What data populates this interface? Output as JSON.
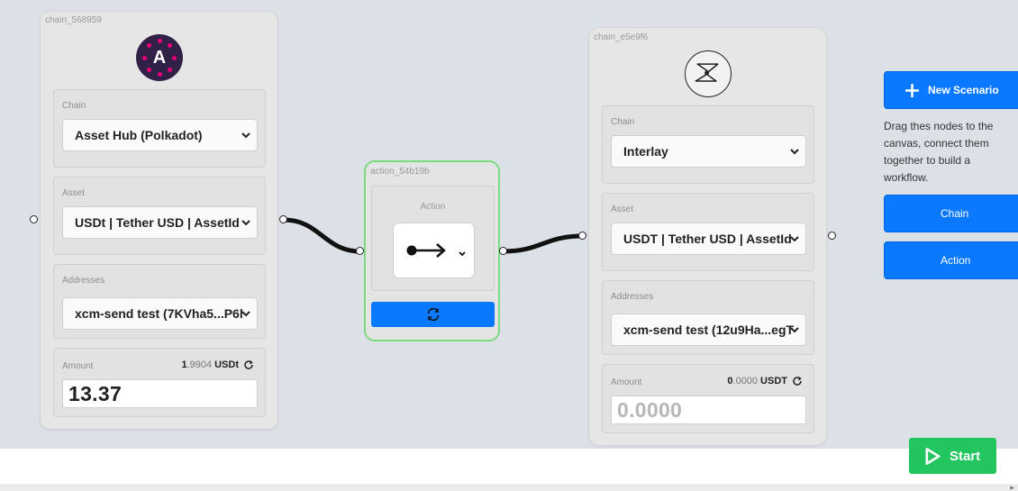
{
  "nodes": {
    "source_chain": {
      "id": "chain_568959",
      "logo_icon": "asset-hub-logo",
      "logo_letter": "A",
      "chain_label": "Chain",
      "chain_value": "Asset Hub (Polkadot)",
      "asset_label": "Asset",
      "asset_value": "USDt | Tether USD | AssetId",
      "addresses_label": "Addresses",
      "addresses_value": "xcm-send test (7KVha5...P6l",
      "amount_label": "Amount",
      "balance_int": "1",
      "balance_dec": ".9904",
      "balance_unit": "USDt",
      "amount_value": "13.37"
    },
    "action": {
      "id": "action_54b19b",
      "label": "Action",
      "selected_icon": "transfer-arrow-icon",
      "exec_icon": "refresh-icon"
    },
    "dest_chain": {
      "id": "chain_e5e9f6",
      "logo_icon": "interlay-logo",
      "chain_label": "Chain",
      "chain_value": "Interlay",
      "asset_label": "Asset",
      "asset_value": "USDT | Tether USD | AssetId",
      "addresses_label": "Addresses",
      "addresses_value": "xcm-send test (12u9Ha...egT",
      "amount_label": "Amount",
      "balance_int": "0",
      "balance_dec": ".0000",
      "balance_unit": "USDT",
      "amount_placeholder": "0.0000"
    }
  },
  "sidebar": {
    "new_scenario_label": "New Scenario",
    "help_text": "Drag thes nodes to the canvas, connect them together to build a workflow.",
    "chain_button_label": "Chain",
    "action_button_label": "Action"
  },
  "footer": {
    "start_label": "Start"
  },
  "colors": {
    "canvas": "#dce0e7",
    "primary_blue": "#0a79ff",
    "start_green": "#22c55e",
    "action_border": "#7cdb7c",
    "asset_hub_dark": "#322146",
    "polkadot_pink": "#e6007a"
  }
}
